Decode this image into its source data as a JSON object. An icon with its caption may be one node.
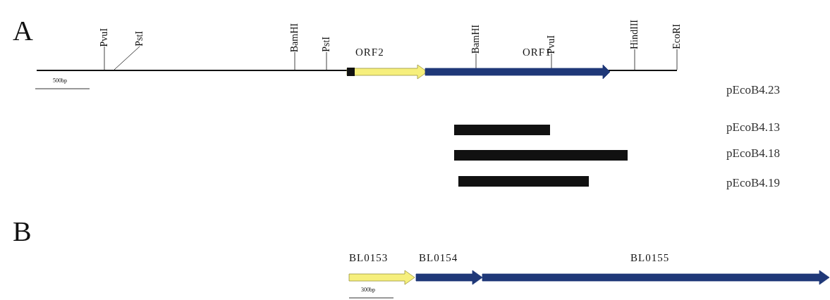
{
  "diagram": {
    "nodes": [
      {
        "text": [],
        "shape": "line"
      },
      {
        "text": [
          "PvuI"
        ]
      },
      {
        "text": [
          "PstI"
        ]
      },
      {
        "text": [
          "BamHI"
        ]
      },
      {
        "text": [
          "PstI"
        ]
      },
      {
        "text": [
          "ORF2"
        ]
      },
      {
        "text": [
          "ORF1"
        ]
      },
      {
        "text": [
          "BamHI"
        ]
      },
      {
        "text": [
          "PvuI"
        ]
      },
      {
        "text": [
          "HindIII"
        ]
      },
      {
        "text": [
          "EcoRI"
        ]
      },
      {
        "text": [],
        "shape": "bar"
      },
      {
        "text": [],
        "shape": "bar"
      },
      {
        "text": [],
        "shape": "bar"
      },
      {
        "text": [
          "BL0153"
        ]
      },
      {
        "text": [
          "BL0154"
        ]
      },
      {
        "text": [
          "BL0155"
        ]
      }
    ],
    "edges": [
      {
        "from": 1,
        "to": 0,
        "arrow": "none"
      },
      {
        "from": 2,
        "to": 0,
        "arrow": "none"
      },
      {
        "from": 3,
        "to": 0,
        "arrow": "none"
      },
      {
        "from": 4,
        "to": 0,
        "arrow": "none"
      },
      {
        "from": 7,
        "to": 6,
        "arrow": "none"
      },
      {
        "from": 8,
        "to": 6,
        "arrow": "none"
      },
      {
        "from": 9,
        "to": 0,
        "arrow": "none"
      },
      {
        "from": 10,
        "to": 0,
        "arrow": "none"
      }
    ],
    "labels": [
      "A",
      "500bp",
      "pEcoB4.23",
      "pEcoB4.13",
      "pEcoB4.18",
      "pEcoB4.19",
      "B",
      "300bp"
    ]
  }
}
